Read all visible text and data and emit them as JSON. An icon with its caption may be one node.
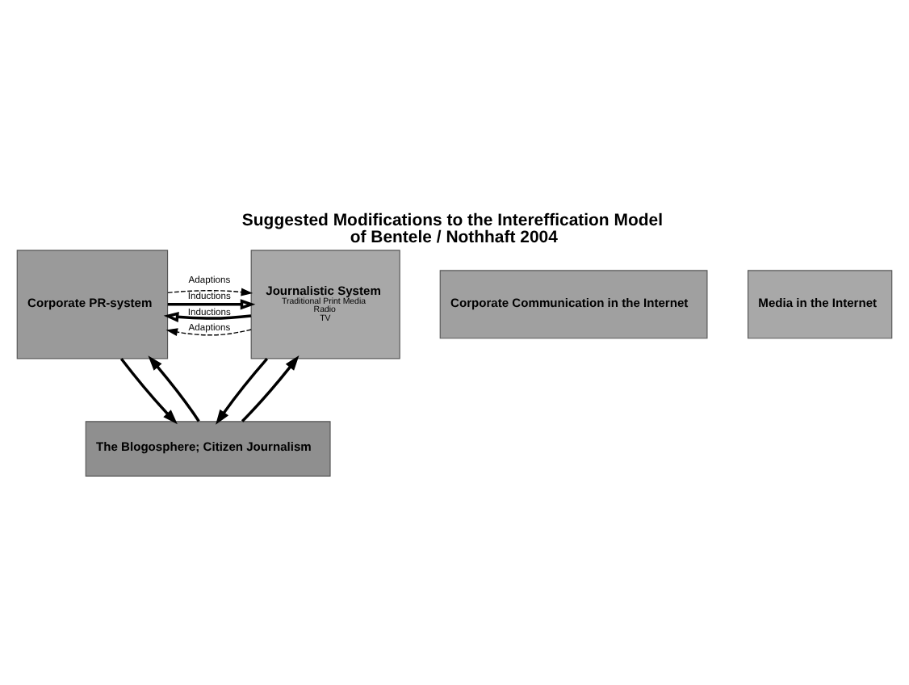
{
  "diagram": {
    "title": "Suggested Modifications to the Intereffication Model of Bentele / Nothhaft 2004",
    "nodes": [
      {
        "text": [
          "Corporate PR-system"
        ]
      },
      {
        "text": [
          "Journalistic System",
          "Traditional Print Media",
          "Radio",
          "TV"
        ]
      },
      {
        "text": [
          "Corporate Communication in the Internet"
        ]
      },
      {
        "text": [
          "Media in the Internet"
        ]
      },
      {
        "text": [
          "The Blogosphere; Citizen Journalism"
        ]
      }
    ],
    "edges": [
      {
        "from": 0,
        "to": 1,
        "arrow": "to",
        "label": "Inductions"
      },
      {
        "from": 0,
        "to": 1,
        "arrow": "to",
        "label": "Adaptions",
        "style": "dashed"
      },
      {
        "from": 1,
        "to": 0,
        "arrow": "to",
        "label": "Inductions"
      },
      {
        "from": 1,
        "to": 0,
        "arrow": "to",
        "label": "Adaptions",
        "style": "dashed"
      },
      {
        "from": 0,
        "to": 4,
        "arrow": "to"
      },
      {
        "from": 4,
        "to": 0,
        "arrow": "to"
      },
      {
        "from": 1,
        "to": 4,
        "arrow": "to"
      },
      {
        "from": 4,
        "to": 1,
        "arrow": "to"
      }
    ]
  }
}
